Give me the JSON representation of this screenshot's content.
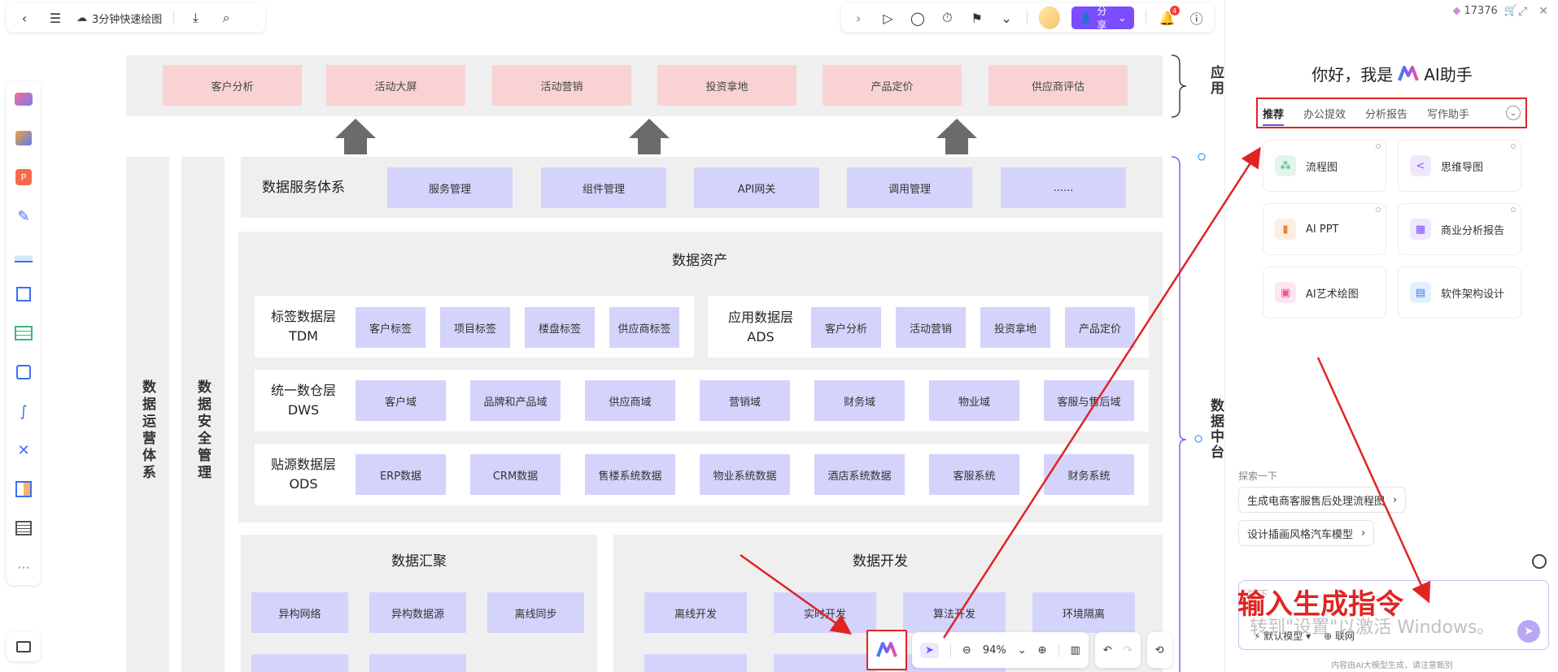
{
  "toolbar_left": {
    "title": "3分钟快速绘图"
  },
  "toolbar_right": {
    "share_label": "分享",
    "notification_count": "4"
  },
  "app_layer": {
    "label": "应用",
    "items": [
      "客户分析",
      "活动大屏",
      "活动营销",
      "投资拿地",
      "产品定价",
      "供应商评估"
    ]
  },
  "side_columns": {
    "ops": "数据运营体系",
    "security": "数据安全管理"
  },
  "service_layer": {
    "title": "数据服务体系",
    "items": [
      "服务管理",
      "组件管理",
      "API网关",
      "调用管理",
      "......"
    ]
  },
  "assets": {
    "title": "数据资产",
    "tdm": {
      "label": "标签数据层\nTDM",
      "items": [
        "客户标签",
        "项目标签",
        "楼盘标签",
        "供应商标签"
      ]
    },
    "ads": {
      "label": "应用数据层\nADS",
      "items": [
        "客户分析",
        "活动营销",
        "投资拿地",
        "产品定价"
      ]
    },
    "dws": {
      "label": "统一数仓层\nDWS",
      "items": [
        "客户域",
        "品牌和产品域",
        "供应商域",
        "营销域",
        "财务域",
        "物业域",
        "客服与售后域"
      ]
    },
    "ods": {
      "label": "贴源数据层\nODS",
      "items": [
        "ERP数据",
        "CRM数据",
        "售楼系统数据",
        "物业系统数据",
        "酒店系统数据",
        "客服系统",
        "财务系统"
      ]
    }
  },
  "aggregation": {
    "title": "数据汇聚",
    "items": [
      "异构网络",
      "异构数据源",
      "离线同步"
    ]
  },
  "development": {
    "title": "数据开发",
    "items": [
      "离线开发",
      "实时开发",
      "算法开发",
      "环境隔离"
    ]
  },
  "data_mid_label": "数据中台",
  "bottom_toolbar": {
    "zoom": "94%"
  },
  "ai_panel": {
    "credits": "17376",
    "greeting_prefix": "你好，我是",
    "greeting_suffix": "AI助手",
    "tabs": [
      "推荐",
      "办公提效",
      "分析报告",
      "写作助手"
    ],
    "cards": [
      "流程图",
      "思维导图",
      "AI PPT",
      "商业分析报告",
      "AI艺术绘图",
      "软件架构设计"
    ],
    "explore_label": "探索一下",
    "suggestions": [
      "生成电商客服售后处理流程图",
      "设计插画风格汽车模型"
    ],
    "input_placeholder": "按下",
    "model_label": "默认模型",
    "network_label": "联网",
    "disclaimer": "内容由AI大模型生成，请注意甄别",
    "overlay_text": "输入生成指令",
    "watermark_text": "转到\"设置\"以激活 Windows。"
  },
  "colors": {
    "accent": "#7b4dff",
    "annotation_red": "#e02424",
    "pink": "#f9d3d3",
    "lavender": "#d4d3fb"
  }
}
